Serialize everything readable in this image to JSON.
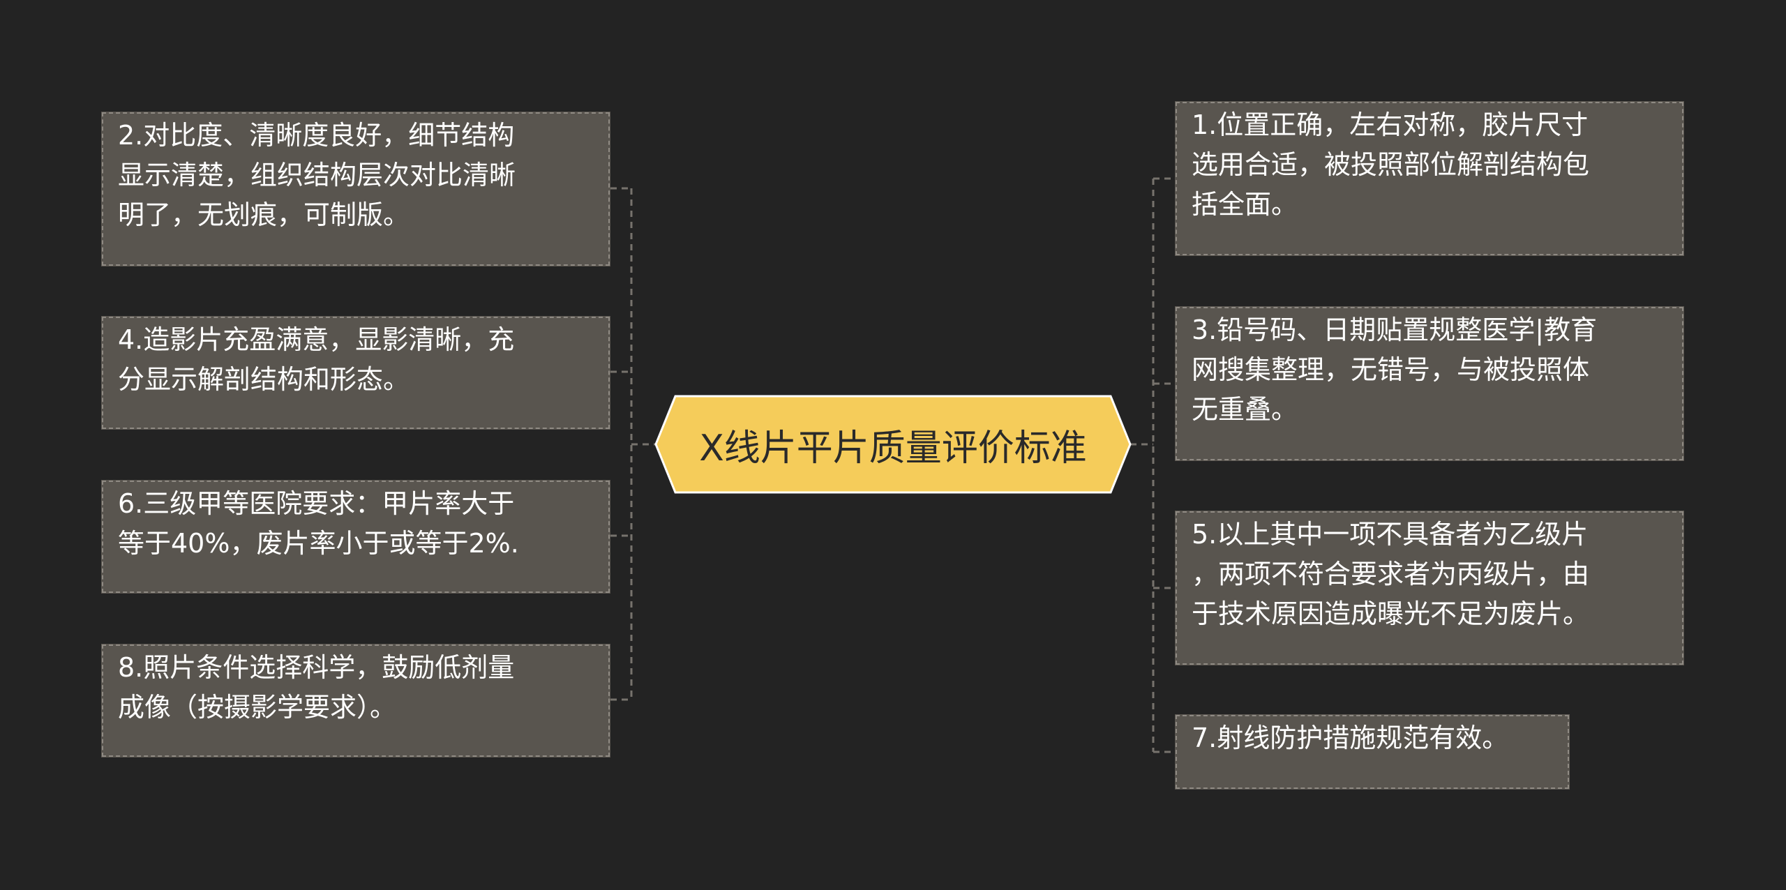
{
  "central_topic": "X线片平片质量评价标准",
  "left_nodes": [
    {
      "text": "2.对比度、清晰度良好，细节结构\n显示清楚，组织结构层次对比清晰\n明了，无划痕，可制版。"
    },
    {
      "text": "4.造影片充盈满意，显影清晰，充\n分显示解剖结构和形态。"
    },
    {
      "text": "6.三级甲等医院要求：甲片率大于\n等于40%，废片率小于或等于2%."
    },
    {
      "text": "8.照片条件选择科学，鼓励低剂量\n成像（按摄影学要求）。"
    }
  ],
  "right_nodes": [
    {
      "text": "1.位置正确，左右对称，胶片尺寸\n选用合适，被投照部位解剖结构包\n括全面。"
    },
    {
      "text": "3.铅号码、日期贴置规整医学|教育\n网搜集整理，无错号，与被投照体\n无重叠。"
    },
    {
      "text": "5.以上其中一项不具备者为乙级片\n，两项不符合要求者为丙级片，由\n于技术原因造成曝光不足为废片。"
    },
    {
      "text": "7.射线防护措施规范有效。"
    }
  ],
  "colors": {
    "background": "#232323",
    "node_fill": "#59554f",
    "node_border": "#8f8a83",
    "center_fill": "#f5cc5a",
    "center_border": "#ffffff",
    "connector": "#77736d"
  }
}
